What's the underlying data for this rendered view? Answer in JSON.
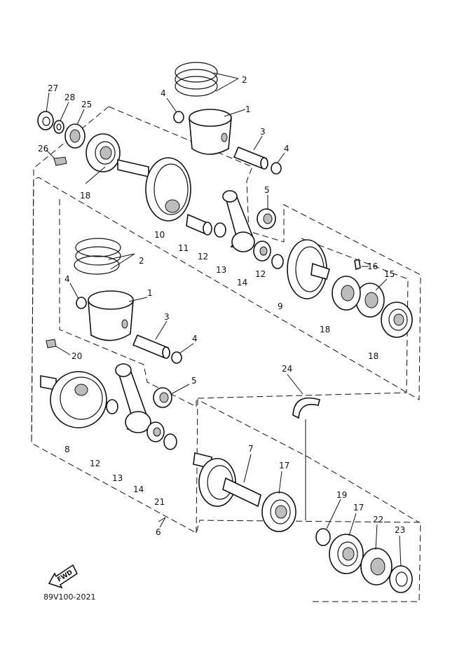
{
  "diagram": {
    "catalog_code": "89V100-2021",
    "fwd_label": "FWD",
    "callouts": [
      "27",
      "28",
      "25",
      "26",
      "18",
      "2",
      "4",
      "1",
      "3",
      "4",
      "5",
      "10",
      "11",
      "12",
      "13",
      "14",
      "12",
      "9",
      "16",
      "15",
      "18",
      "18",
      "2",
      "4",
      "1",
      "3",
      "4",
      "20",
      "5",
      "24",
      "8",
      "12",
      "13",
      "14",
      "21",
      "7",
      "17",
      "6",
      "19",
      "17",
      "22",
      "23"
    ]
  }
}
